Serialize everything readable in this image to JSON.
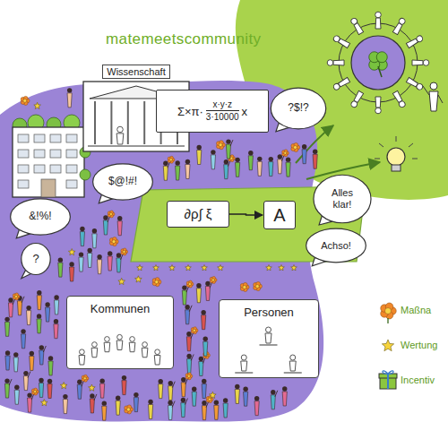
{
  "diagram": {
    "title": "matemeetscommunity",
    "nodes": [
      {
        "text": [
          "Wissenschaft"
        ]
      },
      {
        "text": [
          "Σ×π·",
          "x·y·z",
          "3·10000",
          "x"
        ]
      },
      {
        "text": [
          "?$!?"
        ]
      },
      {
        "text": [
          "$@!#!"
        ]
      },
      {
        "text": [
          "&!%!"
        ]
      },
      {
        "text": [
          "∂ρ∫ ξ"
        ]
      },
      {
        "text": [
          "A"
        ]
      },
      {
        "text": [
          "Alles klar!"
        ]
      },
      {
        "text": [
          "Achso!"
        ]
      },
      {
        "text": [
          "?"
        ]
      },
      {
        "text": [
          "Kommunen"
        ]
      },
      {
        "text": [
          "Personen"
        ]
      }
    ],
    "edges": [
      {
        "from": 5,
        "to": 6,
        "arrow": "to"
      }
    ],
    "legend": [
      {
        "text": "Maßna"
      },
      {
        "text": "Wertung"
      },
      {
        "text": "Incentiv"
      }
    ]
  }
}
